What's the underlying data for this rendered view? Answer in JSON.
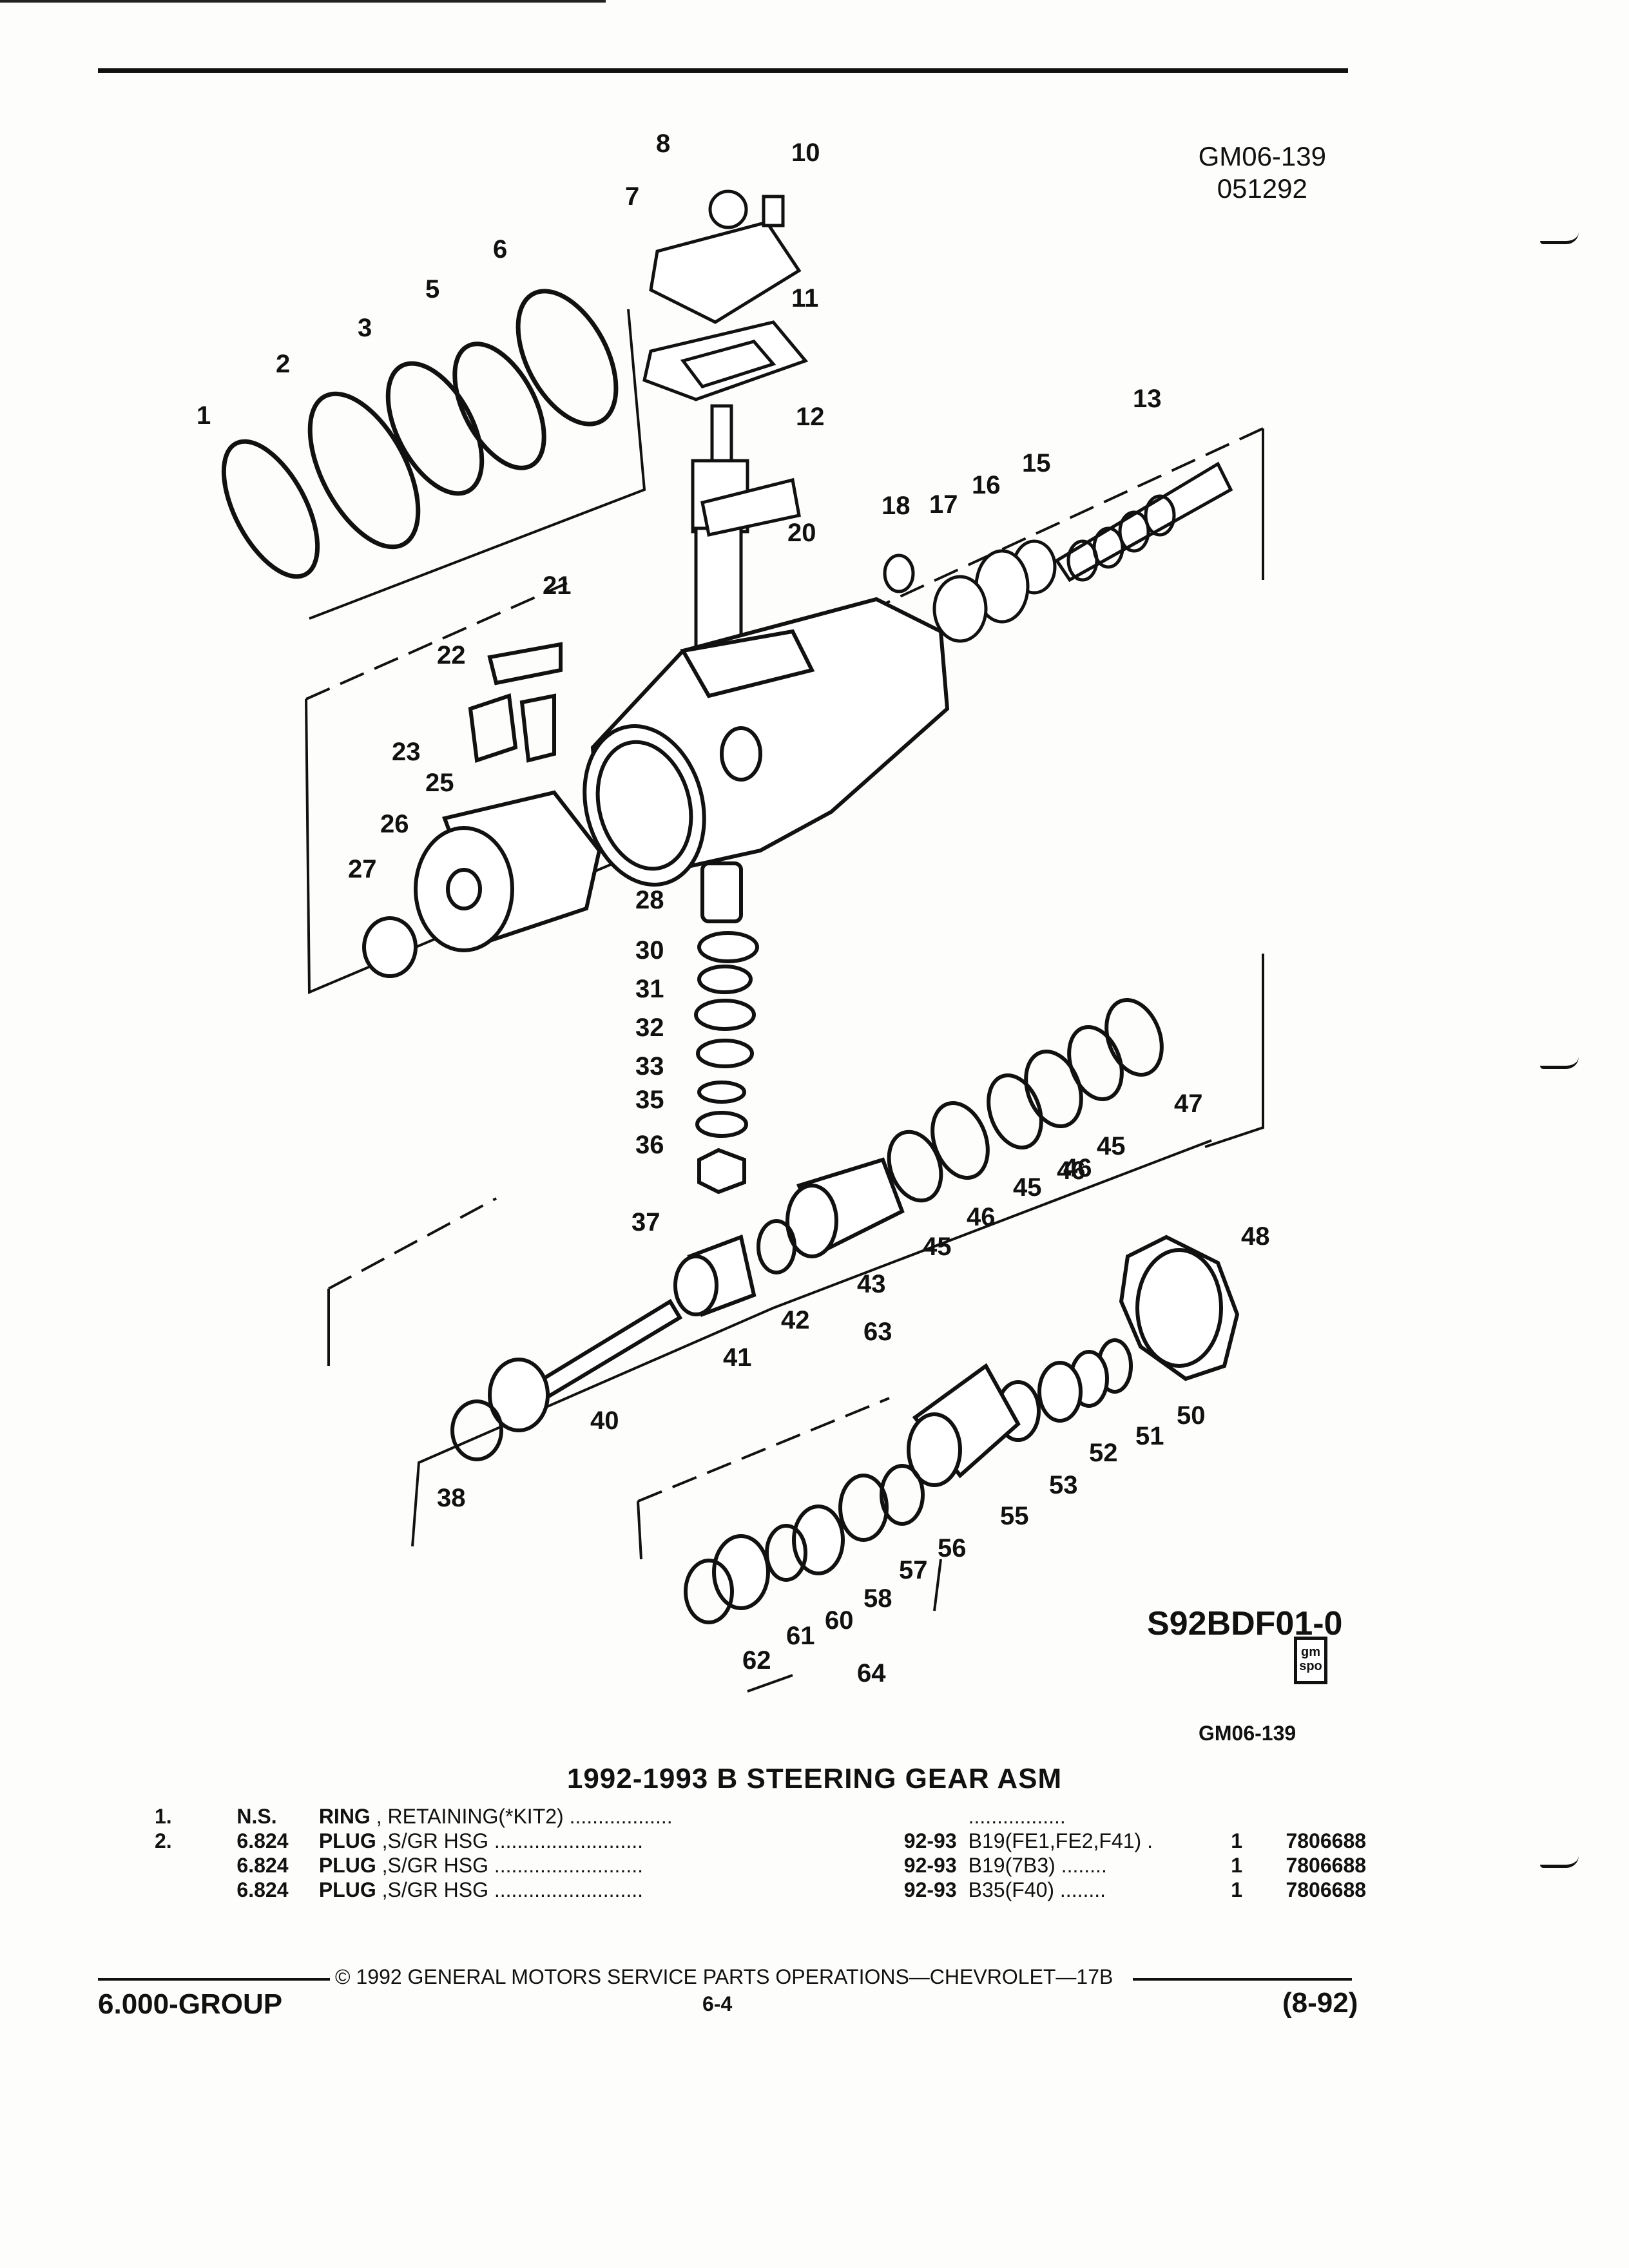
{
  "header": {
    "code_line1": "GM06-139",
    "code_line2": "051292"
  },
  "figure": {
    "id": "S92BDF01-0",
    "logo_lines": [
      "gm",
      "spo"
    ],
    "code": "GM06-139",
    "callouts": [
      "1",
      "2",
      "3",
      "5",
      "6",
      "7",
      "8",
      "10",
      "11",
      "12",
      "13",
      "15",
      "16",
      "17",
      "18",
      "20",
      "21",
      "22",
      "23",
      "25",
      "26",
      "27",
      "28",
      "30",
      "31",
      "32",
      "33",
      "35",
      "36",
      "37",
      "38",
      "40",
      "41",
      "42",
      "43",
      "63",
      "45",
      "46",
      "45",
      "46",
      "45",
      "46",
      "47",
      "48",
      "50",
      "51",
      "52",
      "53",
      "55",
      "56",
      "57",
      "58",
      "60",
      "61",
      "62",
      "64"
    ]
  },
  "title": "1992-1993 B STEERING GEAR ASM",
  "parts_list": [
    {
      "no": "1.",
      "group": "N.S.",
      "name": "RING",
      "desc": ", RETAINING(*KIT2) ..................",
      "years": "",
      "app": ".................",
      "qty": "",
      "part": ""
    },
    {
      "no": "2.",
      "group": "6.824",
      "name": "PLUG",
      "desc": ",S/GR HSG ..........................",
      "years": "92-93",
      "app": "B19(FE1,FE2,F41) .",
      "qty": "1",
      "part": "7806688"
    },
    {
      "no": "",
      "group": "6.824",
      "name": "PLUG",
      "desc": ",S/GR HSG ..........................",
      "years": "92-93",
      "app": "B19(7B3) ........",
      "qty": "1",
      "part": "7806688"
    },
    {
      "no": "",
      "group": "6.824",
      "name": "PLUG",
      "desc": ",S/GR HSG ..........................",
      "years": "92-93",
      "app": "B35(F40) ........",
      "qty": "1",
      "part": "7806688"
    }
  ],
  "footer": {
    "copyright": "© 1992 GENERAL MOTORS SERVICE PARTS OPERATIONS—CHEVROLET—17B",
    "group": "6.000-GROUP",
    "page": "6-4",
    "revision": "(8-92)"
  }
}
